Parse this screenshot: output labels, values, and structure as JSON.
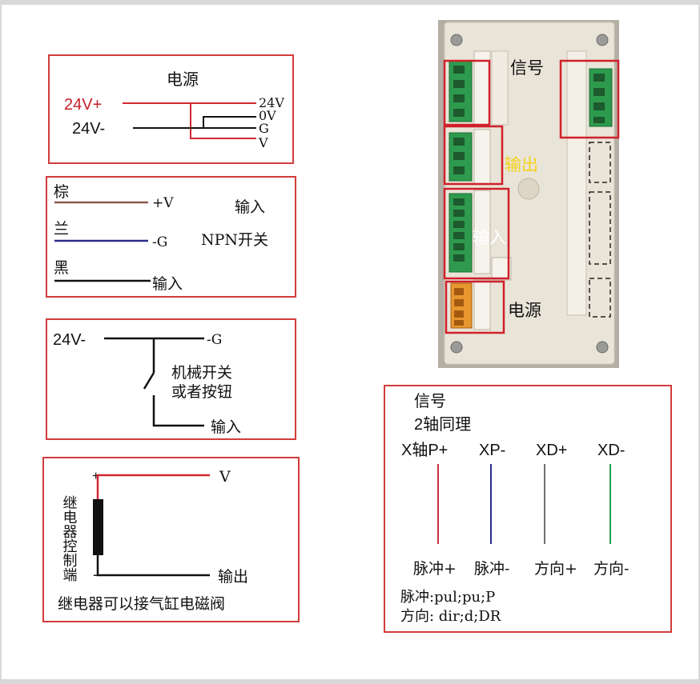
{
  "power": {
    "title": "电源",
    "plus_label": "24V+",
    "minus_label": "24V-",
    "terminals": [
      "24V",
      "0V",
      "G",
      "V"
    ]
  },
  "npn": {
    "wire1_color_label": "棕",
    "wire1_end": "+V",
    "wire2_color_label": "兰",
    "wire2_end": "-G",
    "wire3_color_label": "黑",
    "wire3_end": "输入",
    "side_label_1": "输入",
    "side_label_2": "NPN开关"
  },
  "mechanical": {
    "left_label": "24V-",
    "top_end": "-G",
    "desc_line1": "机械开关",
    "desc_line2": "或者按钮",
    "bottom_end": "输入"
  },
  "relay": {
    "plus_sign": "+",
    "minus_sign": "-",
    "top_end": "V",
    "bottom_end": "输出",
    "coil_label": "继电器控制端",
    "caption": "继电器可以接气缸电磁阀"
  },
  "board": {
    "label_signal": "信号",
    "label_output": "输出",
    "label_input": "输入",
    "label_power": "电源"
  },
  "signal": {
    "title": "信号",
    "subtitle": "2轴同理",
    "channels": [
      {
        "top": "X轴P+",
        "bottom": "脉冲+",
        "color": "#c8323c"
      },
      {
        "top": "XP-",
        "bottom": "脉冲-",
        "color": "#2b2d8c"
      },
      {
        "top": "XD+",
        "bottom": "方向+",
        "color": "#707070"
      },
      {
        "top": "XD-",
        "bottom": "方向-",
        "color": "#1fa050"
      }
    ],
    "note1": "脉冲:pul;pu;P",
    "note2": "方向: dir;d;DR"
  },
  "colors": {
    "frame": "#d23c3c",
    "wire_red": "#d02830",
    "wire_brown": "#8a5a4a",
    "wire_blue": "#2b2d8c",
    "wire_black": "#111111",
    "plus_text": "#c81e28"
  }
}
